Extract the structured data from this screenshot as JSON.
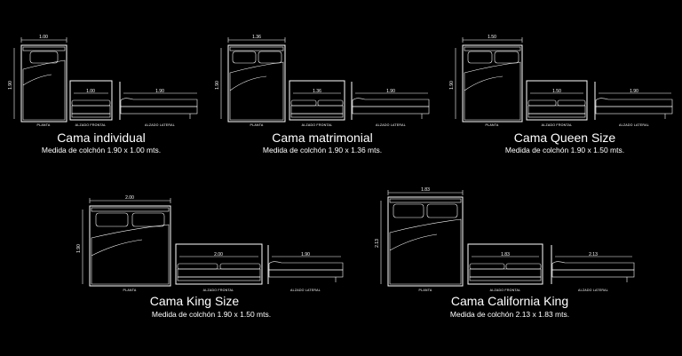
{
  "beds": [
    {
      "title": "Cama individual",
      "subtitle": "Medida de colchón 1.90 x 1.00 mts.",
      "plan_width_dim": "1.00",
      "plan_length_dim": "1.90",
      "front_dim": "1.00",
      "side_dim": "1.90",
      "plan_caption": "PLANTA",
      "front_caption": "ALZADO FRONTAL",
      "side_caption": "ALZADO LATERAL",
      "pillows": 1
    },
    {
      "title": "Cama matrimonial",
      "subtitle": "Medida de colchón 1.90 x 1.36 mts.",
      "plan_width_dim": "1.36",
      "plan_length_dim": "1.90",
      "front_dim": "1.36",
      "side_dim": "1.90",
      "plan_caption": "PLANTA",
      "front_caption": "ALZADO FRONTAL",
      "side_caption": "ALZADO LATERAL",
      "pillows": 2
    },
    {
      "title": "Cama Queen Size",
      "subtitle": "Medida de colchón 1.90 x 1.50 mts.",
      "plan_width_dim": "1.50",
      "plan_length_dim": "1.90",
      "front_dim": "1.50",
      "side_dim": "1.90",
      "plan_caption": "PLANTA",
      "front_caption": "ALZADO FRONTAL",
      "side_caption": "ALZADO LATERAL",
      "pillows": 2
    },
    {
      "title": "Cama King Size",
      "subtitle": "Medida de colchón 1.90 x 1.50 mts.",
      "plan_width_dim": "2.00",
      "plan_length_dim": "1.90",
      "front_dim": "2.00",
      "side_dim": "1.90",
      "plan_caption": "PLANTA",
      "front_caption": "ALZADO FRONTAL",
      "side_caption": "ALZADO LATERAL",
      "pillows": 2
    },
    {
      "title": "Cama California King",
      "subtitle": "Medida de colchón 2.13 x 1.83 mts.",
      "plan_width_dim": "1.83",
      "plan_length_dim": "2.13",
      "front_dim": "1.83",
      "side_dim": "2.13",
      "plan_caption": "PLANTA",
      "front_caption": "ALZADO FRONTAL",
      "side_caption": "ALZADO LATERAL",
      "pillows": 2
    }
  ],
  "colors": {
    "background": "#000000",
    "line": "#ffffff"
  }
}
